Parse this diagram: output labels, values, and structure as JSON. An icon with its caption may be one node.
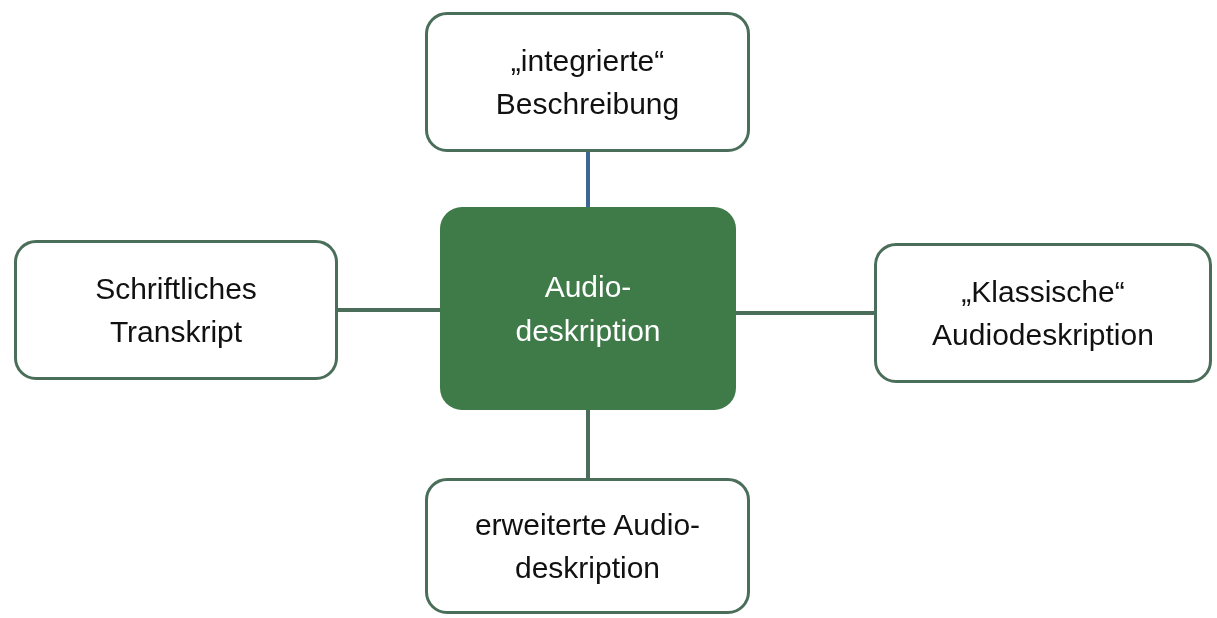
{
  "diagram": {
    "nodes": [
      {
        "text": [
          "„integrierte“ Beschreibung"
        ]
      },
      {
        "text": [
          "Schriftliches Transkript"
        ]
      },
      {
        "text": [
          "Audio- deskription"
        ]
      },
      {
        "text": [
          "„Klassische“ Audiodeskription"
        ]
      },
      {
        "text": [
          "erweiterte Audio- deskription"
        ]
      }
    ],
    "edges": [
      {
        "from": 2,
        "to": 0,
        "arrow": "none",
        "color": "#3e6694"
      },
      {
        "from": 2,
        "to": 1,
        "arrow": "none"
      },
      {
        "from": 2,
        "to": 3,
        "arrow": "none"
      },
      {
        "from": 2,
        "to": 4,
        "arrow": "none"
      }
    ]
  }
}
